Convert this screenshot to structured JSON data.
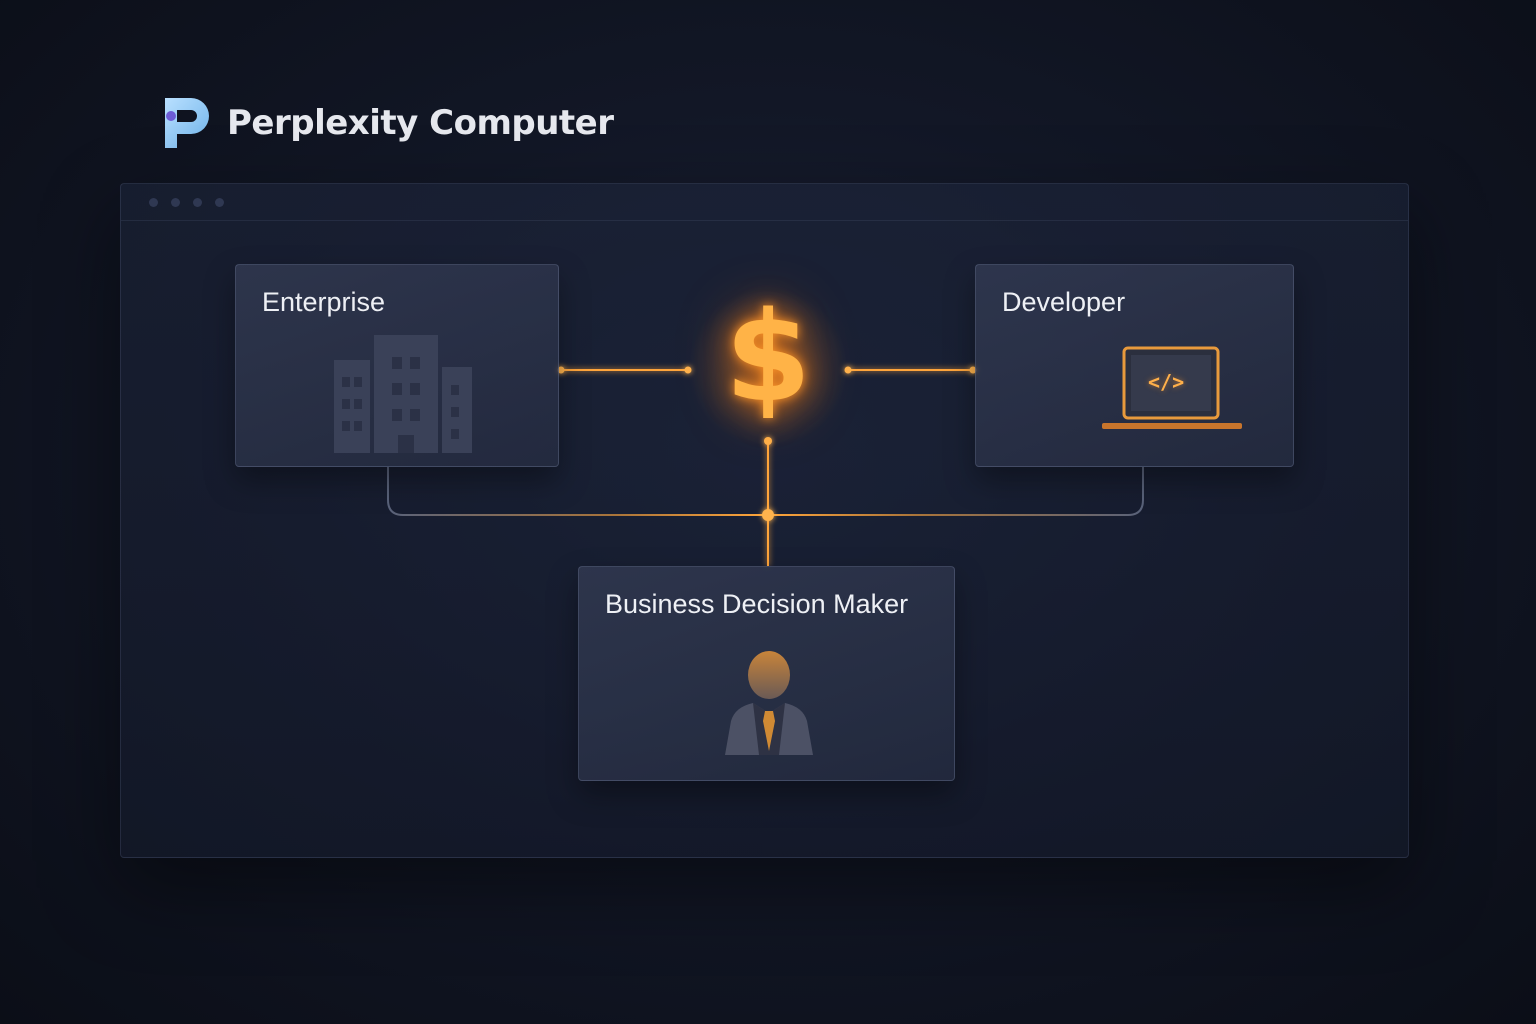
{
  "brand": {
    "name": "Perplexity Computer",
    "logo_icon": "perplexity-logo-icon"
  },
  "diagram": {
    "center_symbol": "$",
    "nodes": {
      "enterprise": {
        "title": "Enterprise",
        "icon": "office-building-icon"
      },
      "developer": {
        "title": "Developer",
        "icon": "laptop-code-icon",
        "icon_text": "</>"
      },
      "business_decision_maker": {
        "title": "Business Decision Maker",
        "icon": "businessman-icon"
      }
    }
  },
  "colors": {
    "accent": "#ffa53a",
    "background": "#121726",
    "card": "#343c54",
    "brand_logo": "#8ec8f5"
  }
}
